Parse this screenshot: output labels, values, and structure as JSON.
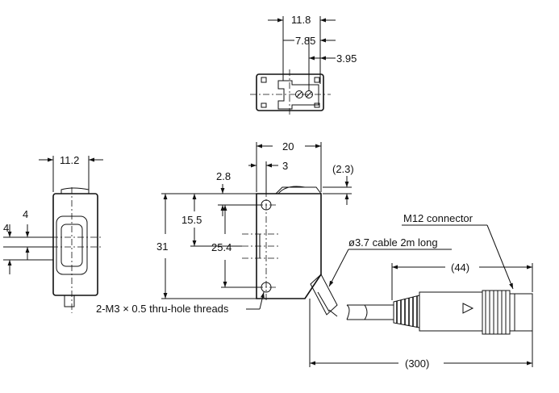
{
  "dimensions": {
    "top_w1": "11.8",
    "top_w2": "7.85",
    "top_w3": "3.95",
    "side_w": "11.2",
    "side_h1": "4",
    "side_h2": "4",
    "front_w": "20",
    "front_h": "31",
    "front_h1": "15.5",
    "front_h2": "25.4",
    "front_x1": "2.8",
    "front_x2": "3",
    "front_x3": "(2.3)",
    "cable_len1": "(44)",
    "cable_len2": "(300)"
  },
  "labels": {
    "m12": "M12 connector",
    "cable": "ø3.7 cable 2m long",
    "threads": "2-M3 × 0.5 thru-hole threads"
  }
}
